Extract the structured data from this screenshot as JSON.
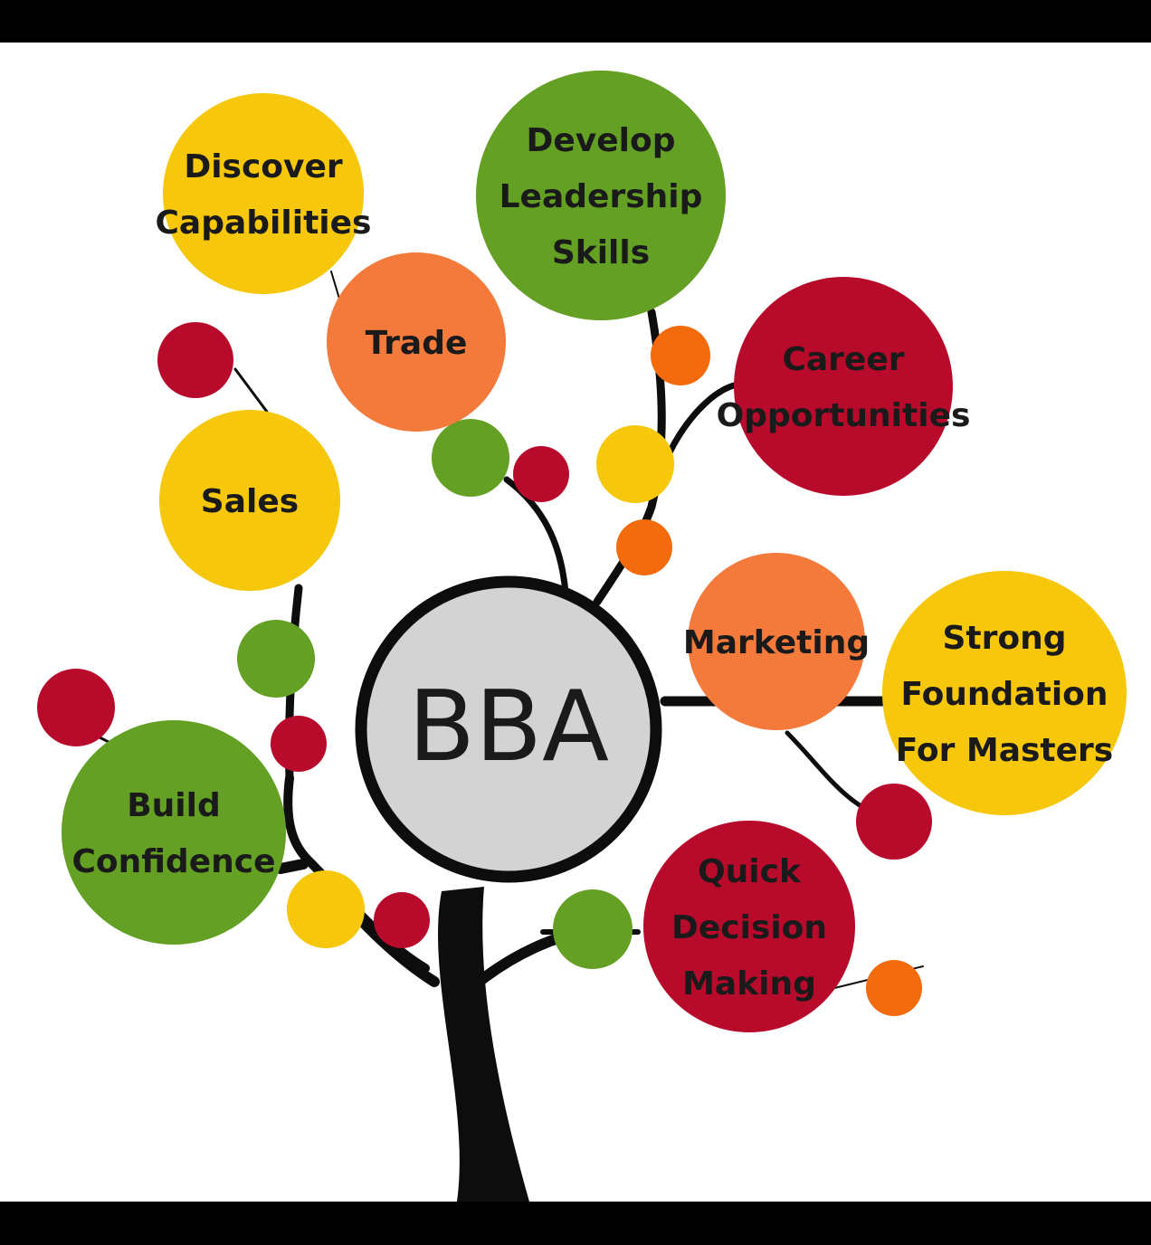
{
  "center_label": "BBA",
  "colors": {
    "yellow": "#f6c70a",
    "green": "#64a024",
    "red": "#b80b2c",
    "orange": "#f47a3c",
    "dot_orange": "#f36b0c",
    "center_fill": "#d3d3d3",
    "trunk": "#0d0d0d"
  },
  "nodes": [
    {
      "name": "discover-capabilities",
      "lines": [
        "Discover",
        "Capabilities"
      ],
      "color": "yellow"
    },
    {
      "name": "develop-leadership-skills",
      "lines": [
        "Develop",
        "Leadership",
        "Skills"
      ],
      "color": "green"
    },
    {
      "name": "trade",
      "lines": [
        "Trade"
      ],
      "color": "orange"
    },
    {
      "name": "career-opportunities",
      "lines": [
        "Career",
        "Opportunities"
      ],
      "color": "red"
    },
    {
      "name": "sales",
      "lines": [
        "Sales"
      ],
      "color": "yellow"
    },
    {
      "name": "marketing",
      "lines": [
        "Marketing"
      ],
      "color": "orange"
    },
    {
      "name": "strong-foundation-for-masters",
      "lines": [
        "Strong",
        "Foundation",
        "For Masters"
      ],
      "color": "yellow"
    },
    {
      "name": "build-confidence",
      "lines": [
        "Build",
        "Confidence"
      ],
      "color": "green"
    },
    {
      "name": "quick-decision-making",
      "lines": [
        "Quick",
        "Decision",
        "Making"
      ],
      "color": "red"
    }
  ]
}
